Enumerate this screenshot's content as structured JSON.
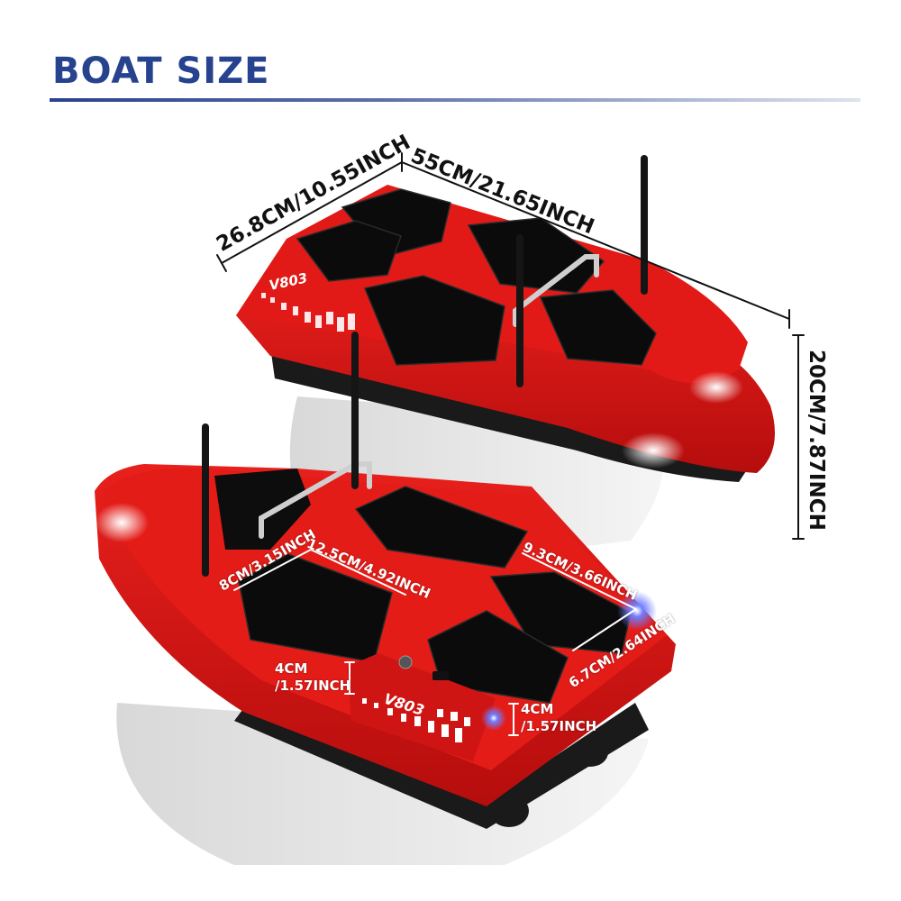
{
  "header": {
    "title": "BOAT SIZE"
  },
  "product": {
    "model_badge": "V803",
    "hull_color": "#d81414",
    "accent_color": "#27438f"
  },
  "dimensions": {
    "overall": {
      "width": "26.8CM/10.55INCH",
      "length": "55CM/21.65INCH",
      "height": "20CM/7.87INCH"
    },
    "hoppers": {
      "rear_left_width": "8CM/3.15INCH",
      "rear_left_length": "12.5CM/4.92INCH",
      "rear_right_length": "9.3CM/3.66INCH",
      "rear_right_width": "6.7CM/2.64INCH",
      "left_depth_cm": "4CM",
      "left_depth_inch": "/1.57INCH",
      "right_depth_cm": "4CM",
      "right_depth_inch": "/1.57INCH"
    }
  }
}
